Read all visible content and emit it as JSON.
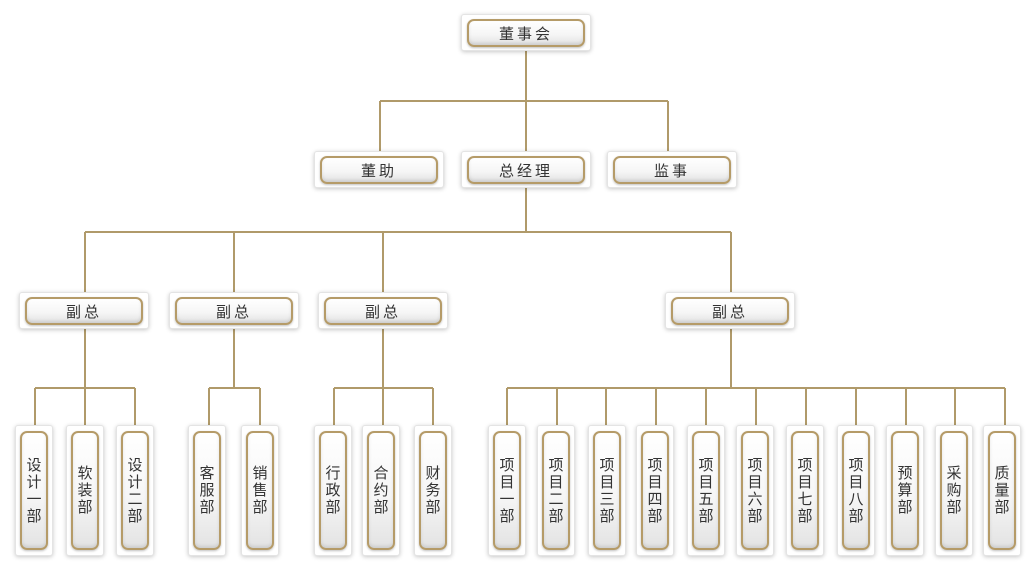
{
  "org_chart": {
    "board": "董事会",
    "board_assistant": "董助",
    "general_manager": "总经理",
    "supervisor": "监事",
    "vice_presidents": [
      "副总",
      "副总",
      "副总",
      "副总"
    ],
    "departments": [
      "设计一部",
      "软装部",
      "设计二部",
      "客服部",
      "销售部",
      "行政部",
      "合约部",
      "财务部",
      "项目一部",
      "项目二部",
      "项目三部",
      "项目四部",
      "项目五部",
      "项目六部",
      "项目七部",
      "项目八部",
      "预算部",
      "采购部",
      "质量部"
    ]
  },
  "colors": {
    "connector": "#b09a6a",
    "node_border": "#b59b68",
    "text": "#333333"
  }
}
